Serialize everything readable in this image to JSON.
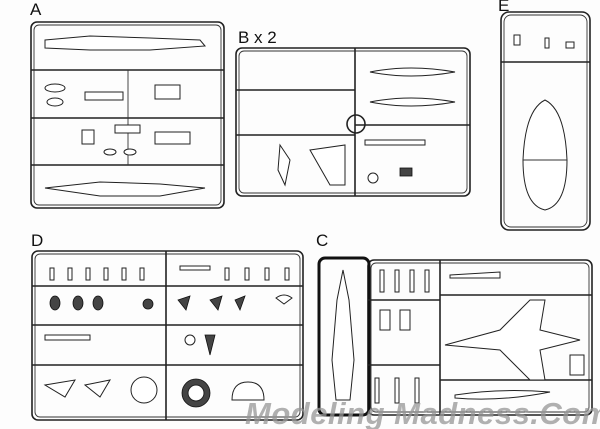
{
  "sprues": [
    {
      "id": "A",
      "label": "A"
    },
    {
      "id": "B",
      "label": "B x 2"
    },
    {
      "id": "E",
      "label": "E"
    },
    {
      "id": "D",
      "label": "D"
    },
    {
      "id": "C",
      "label": "C"
    }
  ],
  "watermark": "Modeling Madness.Com"
}
